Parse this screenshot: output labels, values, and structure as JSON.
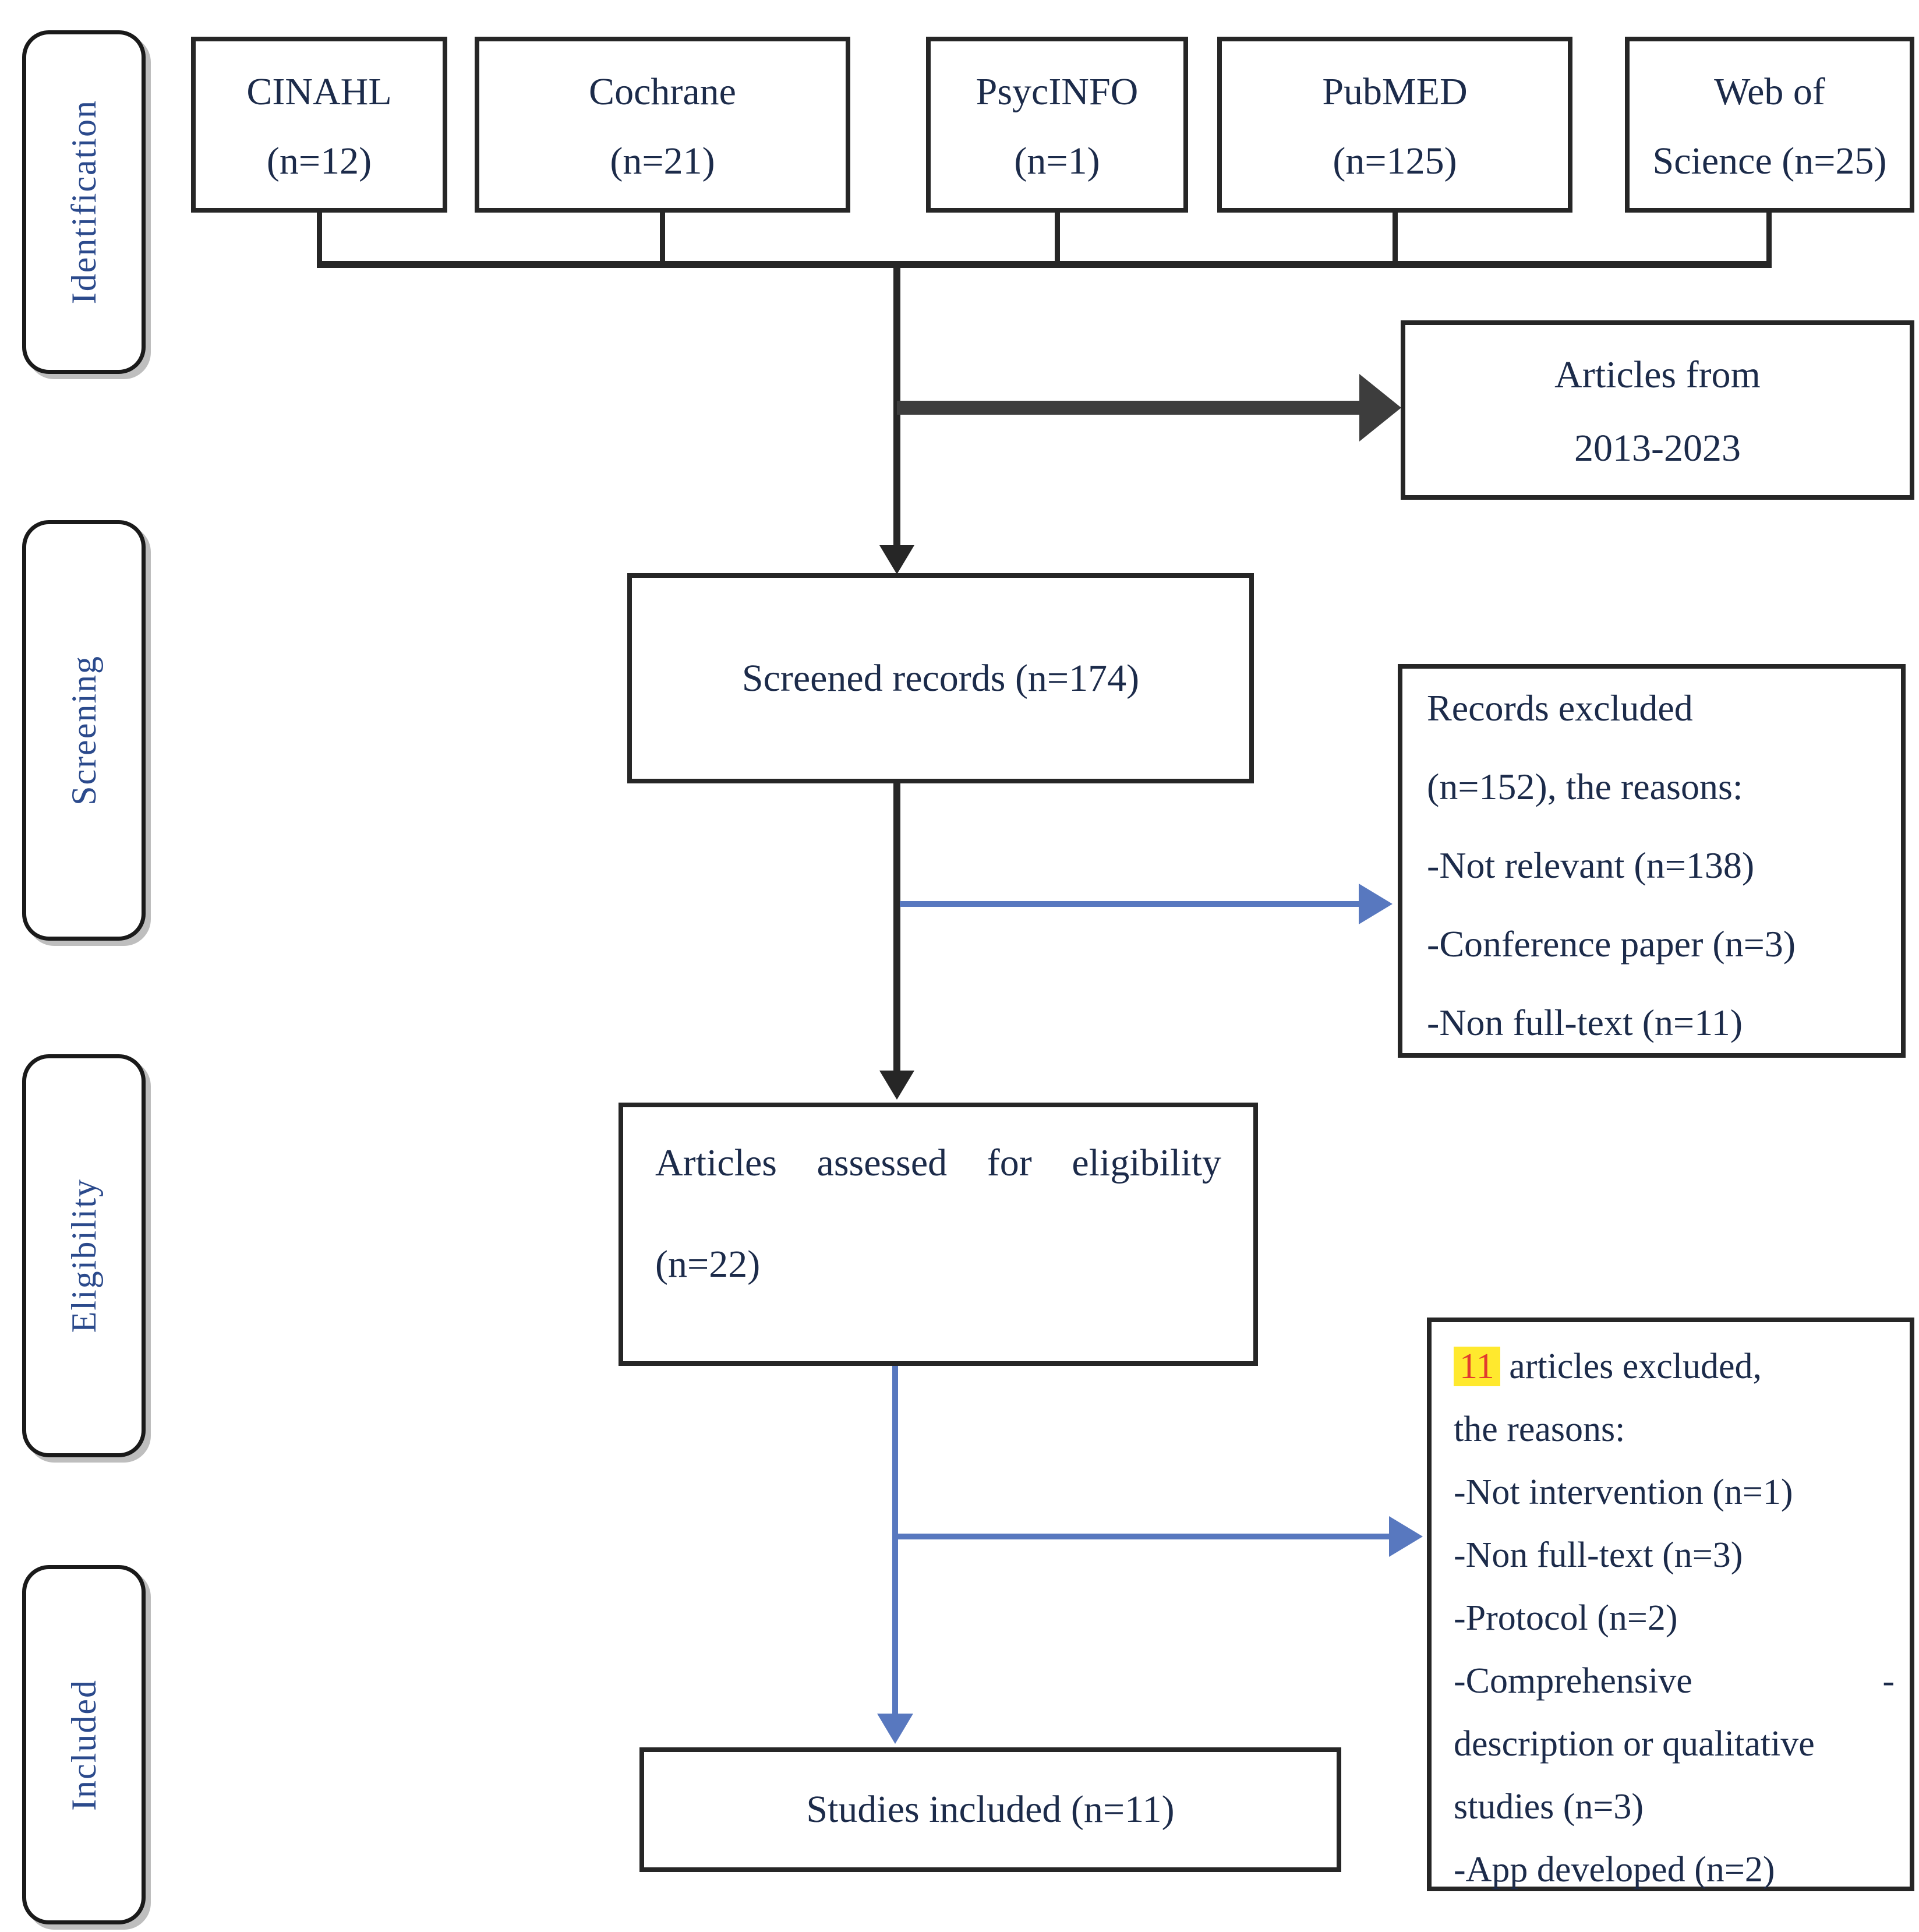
{
  "title": "PRISMA flow diagram",
  "stages": [
    {
      "label": "Identification"
    },
    {
      "label": "Screening"
    },
    {
      "label": "Eligibility"
    },
    {
      "label": "Included"
    }
  ],
  "sources": [
    {
      "name": "CINAHL",
      "count": "(n=12)"
    },
    {
      "name": "Cochrane",
      "count": "(n=21)"
    },
    {
      "name": "PsycINFO",
      "count": "(n=1)"
    },
    {
      "name": "PubMED",
      "count": "(n=125)"
    },
    {
      "name": "Web of",
      "count": "Science (n=25)"
    }
  ],
  "articles_range": {
    "line1": "Articles from",
    "line2": "2013-2023"
  },
  "screened": {
    "label": "Screened records (n=174)"
  },
  "records_excluded": {
    "lines": [
      "Records excluded",
      "(n=152), the reasons:",
      "-Not relevant (n=138)",
      "-Conference paper (n=3)",
      "-Non full-text (n=11)"
    ]
  },
  "eligibility": {
    "line1": "Articles assessed for eligibility",
    "line2": "(n=22)"
  },
  "articles_excluded": {
    "highlight": "11",
    "line1_rest": " articles excluded,",
    "line2": "the reasons:",
    "line3": "-Not intervention (n=1)",
    "line4": "-Non full-text (n=3)",
    "line5": "-Protocol (n=2)",
    "comp_line": "-Comprehensive",
    "comp_dash": "-",
    "line7": "description or qualitative",
    "line8": "studies (n=3)",
    "line9": "-App developed (n=2)"
  },
  "included_box": {
    "label": "Studies included (n=11)"
  },
  "colors": {
    "text": "#1c2b4a",
    "rail_text": "#2b4a8c",
    "line": "#262626",
    "dark_arrow": "#3d3d3d",
    "blue_arrow": "#5878bf",
    "highlight_bg": "#ffe92e",
    "highlight_text": "#e23b2e"
  }
}
